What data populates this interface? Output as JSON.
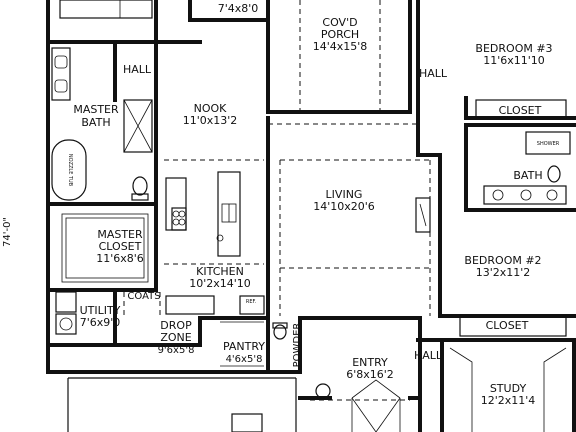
{
  "plan": {
    "dimension_label": "74'-0\"",
    "rooms": {
      "upper_dim": "7'4x8'0",
      "covered_porch": {
        "name": "COV'D",
        "name2": "PORCH",
        "size": "14'4x15'8"
      },
      "bedroom3": {
        "name": "BEDROOM #3",
        "size": "11'6x11'10"
      },
      "hall_left": "HALL",
      "hall_right": "HALL",
      "hall_bottom": "HALL",
      "closet_top": "CLOSET",
      "closet_bottom": "CLOSET",
      "master_bath": {
        "name": "MASTER",
        "name2": "BATH"
      },
      "nook": {
        "name": "NOOK",
        "size": "11'0x13'2"
      },
      "bath": "BATH",
      "living": {
        "name": "LIVING",
        "size": "14'10x20'6"
      },
      "master_closet": {
        "name": "MASTER",
        "name2": "CLOSET",
        "size": "11'6x8'6"
      },
      "bedroom2": {
        "name": "BEDROOM #2",
        "size": "13'2x11'2"
      },
      "kitchen": {
        "name": "KITCHEN",
        "size": "10'2x14'10"
      },
      "utility": {
        "name": "UTILITY",
        "size": "7'6x9'0"
      },
      "coats": "COATS",
      "drop_zone": {
        "name": "DROP",
        "name2": "ZONE",
        "size": "9'6x5'8"
      },
      "pantry": {
        "name": "PANTRY",
        "size": "4'6x5'8"
      },
      "powder": "POWDER",
      "entry": {
        "name": "ENTRY",
        "size": "6'8x16'2"
      },
      "study": {
        "name": "STUDY",
        "size": "12'2x11'4"
      }
    },
    "fixtures": {
      "ref": "REF.",
      "tub": "NOZZLE TUB",
      "shower": "SHOWER"
    }
  }
}
